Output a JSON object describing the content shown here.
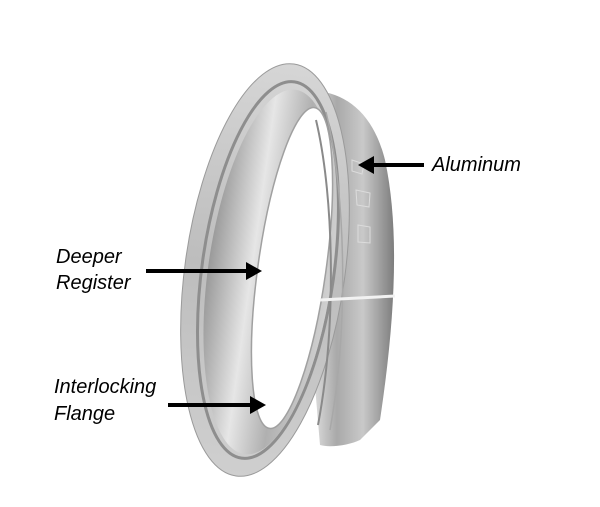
{
  "figure": {
    "subject": "Aluminum V-band flange ring",
    "engraving": "PPE",
    "colors": {
      "background": "#ffffff",
      "metal_light": "#e4e4e4",
      "metal_mid": "#b5b5b5",
      "metal_dark": "#7a7a7a",
      "arrow": "#000000"
    }
  },
  "callouts": [
    {
      "id": "aluminum",
      "lines": [
        "Aluminum"
      ],
      "arrow_direction": "left"
    },
    {
      "id": "deeper-register",
      "lines": [
        "Deeper",
        "Register"
      ],
      "arrow_direction": "right"
    },
    {
      "id": "interlocking-flange",
      "lines": [
        "Interlocking",
        "Flange"
      ],
      "arrow_direction": "right"
    }
  ]
}
